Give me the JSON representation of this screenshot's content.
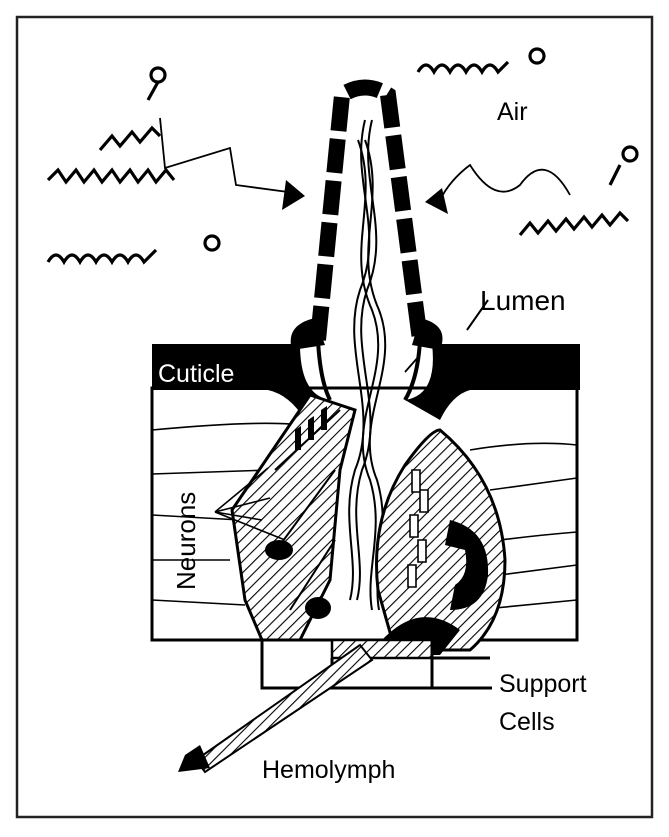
{
  "labels": {
    "air": "Air",
    "lumen": "Lumen",
    "cuticle": "Cuticle",
    "neurons": "Neurons",
    "support_line1": "Support",
    "support_line2": "Cells",
    "hemolymph": "Hemolymph"
  },
  "colors": {
    "ink": "#000000",
    "paper": "#ffffff",
    "frame": "#222222"
  }
}
